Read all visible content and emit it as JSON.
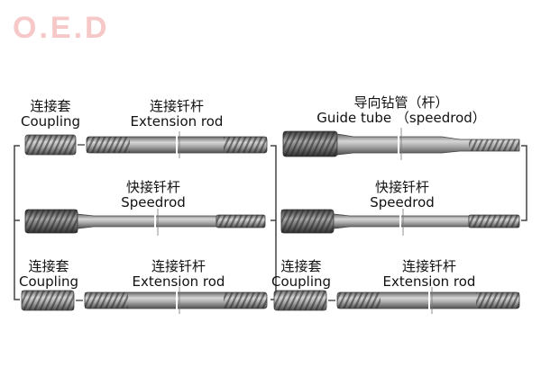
{
  "logo": {
    "text": "O.E.D",
    "color": "#f6c8c8"
  },
  "colors": {
    "metal_dark": "#5e5e5e",
    "metal_light": "#cfcfcf",
    "line": "#444444"
  },
  "labels": {
    "coupling_zh": "连接套",
    "coupling_en": "Coupling",
    "extension_zh": "连接钎杆",
    "extension_en": "Extension rod",
    "guide_zh": "导向钻管（杆）",
    "guide_en": "Guide tube （speedrod）",
    "speedrod_zh": "快接钎杆",
    "speedrod_en": "Speedrod"
  }
}
